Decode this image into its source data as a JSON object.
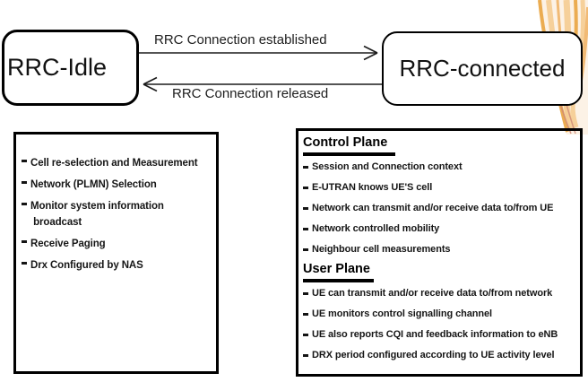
{
  "diagram": {
    "states": {
      "idle": {
        "label": "RRC-Idle"
      },
      "connected": {
        "label": "RRC-connected"
      }
    },
    "transitions": {
      "established": {
        "label": "RRC Connection established",
        "direction": "idle-to-connected"
      },
      "released": {
        "label": "RRC Connection released",
        "direction": "connected-to-idle"
      }
    }
  },
  "idle_panel": {
    "items": [
      "Cell re-selection and Measurement",
      "Network (PLMN) Selection",
      "Monitor system information\n broadcast",
      "Receive Paging",
      "Drx Configured by NAS"
    ]
  },
  "connected_panel": {
    "sections": [
      {
        "heading": "Control Plane",
        "items": [
          "Session and Connection context",
          "E-UTRAN knows UE'S cell",
          "Network can transmit and/or receive data to/from UE",
          "Network controlled mobility",
          "Neighbour cell measurements"
        ]
      },
      {
        "heading": "User Plane",
        "items": [
          "UE can transmit and/or receive data to/from network",
          "UE monitors control signalling channel",
          "UE also reports CQI and feedback information to eNB",
          "DRX period configured according to UE activity level"
        ]
      }
    ]
  },
  "colors": {
    "border": "#000000",
    "text": "#161616",
    "decoration_orange": "#E9A440",
    "decoration_light": "#F5CE96",
    "decoration_mid": "#EFB468",
    "decoration_pink": "#CE8876",
    "decoration_wash": "#FAE8D2"
  }
}
